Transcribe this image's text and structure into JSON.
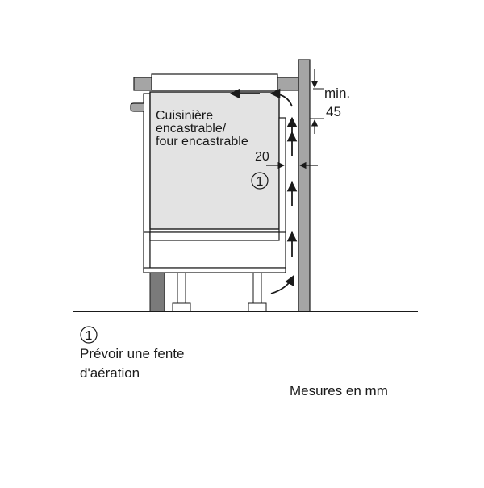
{
  "appliance": {
    "line1": "Cuisinière",
    "line2": "encastrable/",
    "line3": "four encastrable"
  },
  "dimensions": {
    "top_gap_line1": "min.",
    "top_gap_line2": "45",
    "side_gap": "20"
  },
  "callout": {
    "marker": "1",
    "text_line1": "Prévoir une fente",
    "text_line2": "d'aération"
  },
  "units_note": "Mesures en mm",
  "colors": {
    "stroke": "#1a1a1a",
    "panel_fill": "#e3e3e3",
    "wall_fill": "#a5a5a5",
    "leg_dark": "#7a7a7a"
  }
}
